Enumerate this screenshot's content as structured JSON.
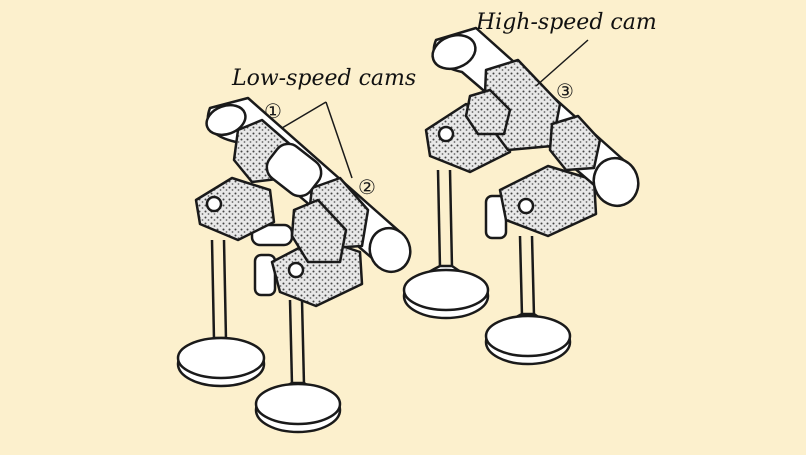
{
  "labels": {
    "low_speed": "Low-speed cams",
    "high_speed": "High-speed cam"
  },
  "markers": [
    "①",
    "②",
    "③"
  ],
  "colors": {
    "background": "#fcf0cd",
    "line": "#1a1a1a",
    "fill": "#ffffff",
    "stipple": "#bdbdbd"
  }
}
